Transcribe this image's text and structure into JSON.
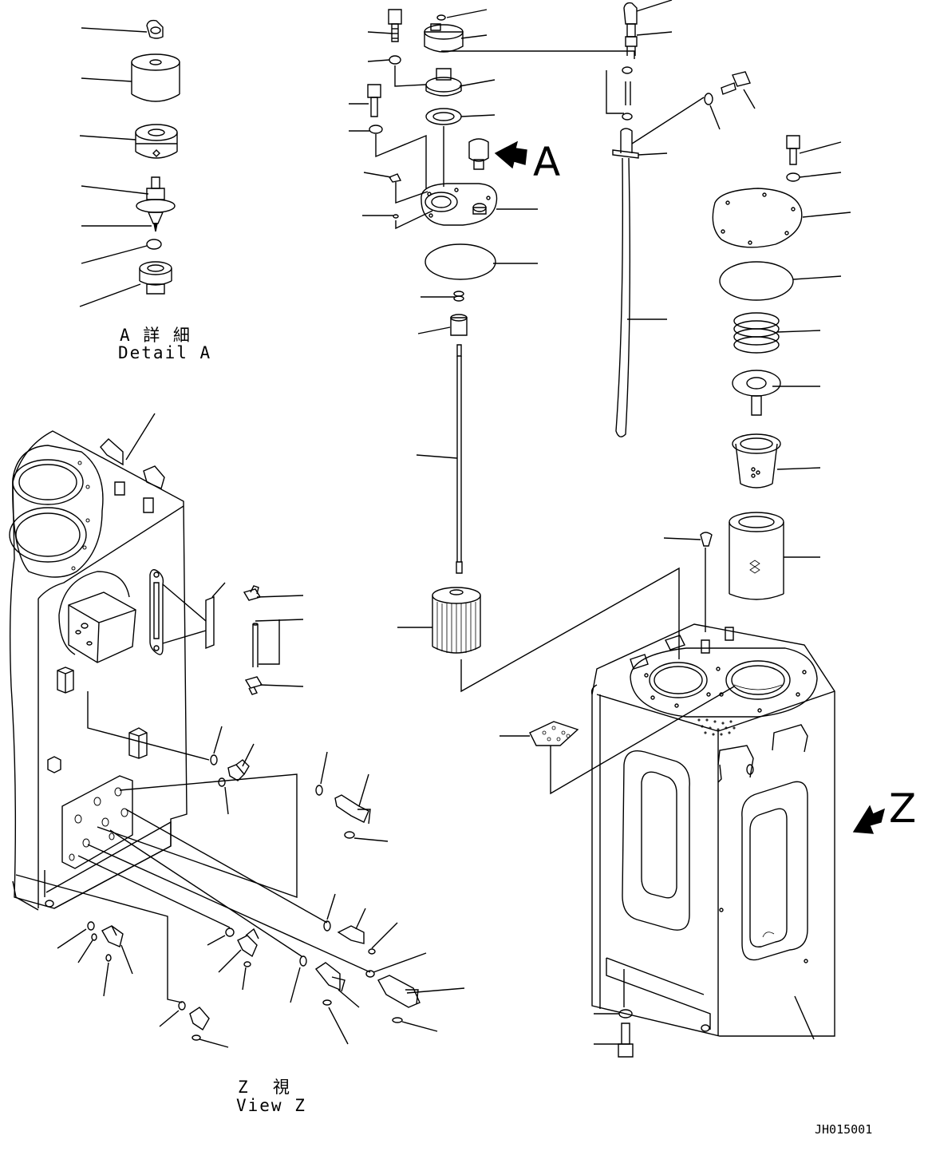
{
  "labels": {
    "view_a_letter": "A",
    "view_z_letter": "Z",
    "detail_a_jp": "A 詳 細",
    "detail_a_en": "Detail A",
    "view_z_jp": "Z  視",
    "view_z_en": "View Z",
    "drawing_code": "JH015001"
  },
  "style": {
    "line_color": "#000000",
    "background": "#ffffff"
  }
}
